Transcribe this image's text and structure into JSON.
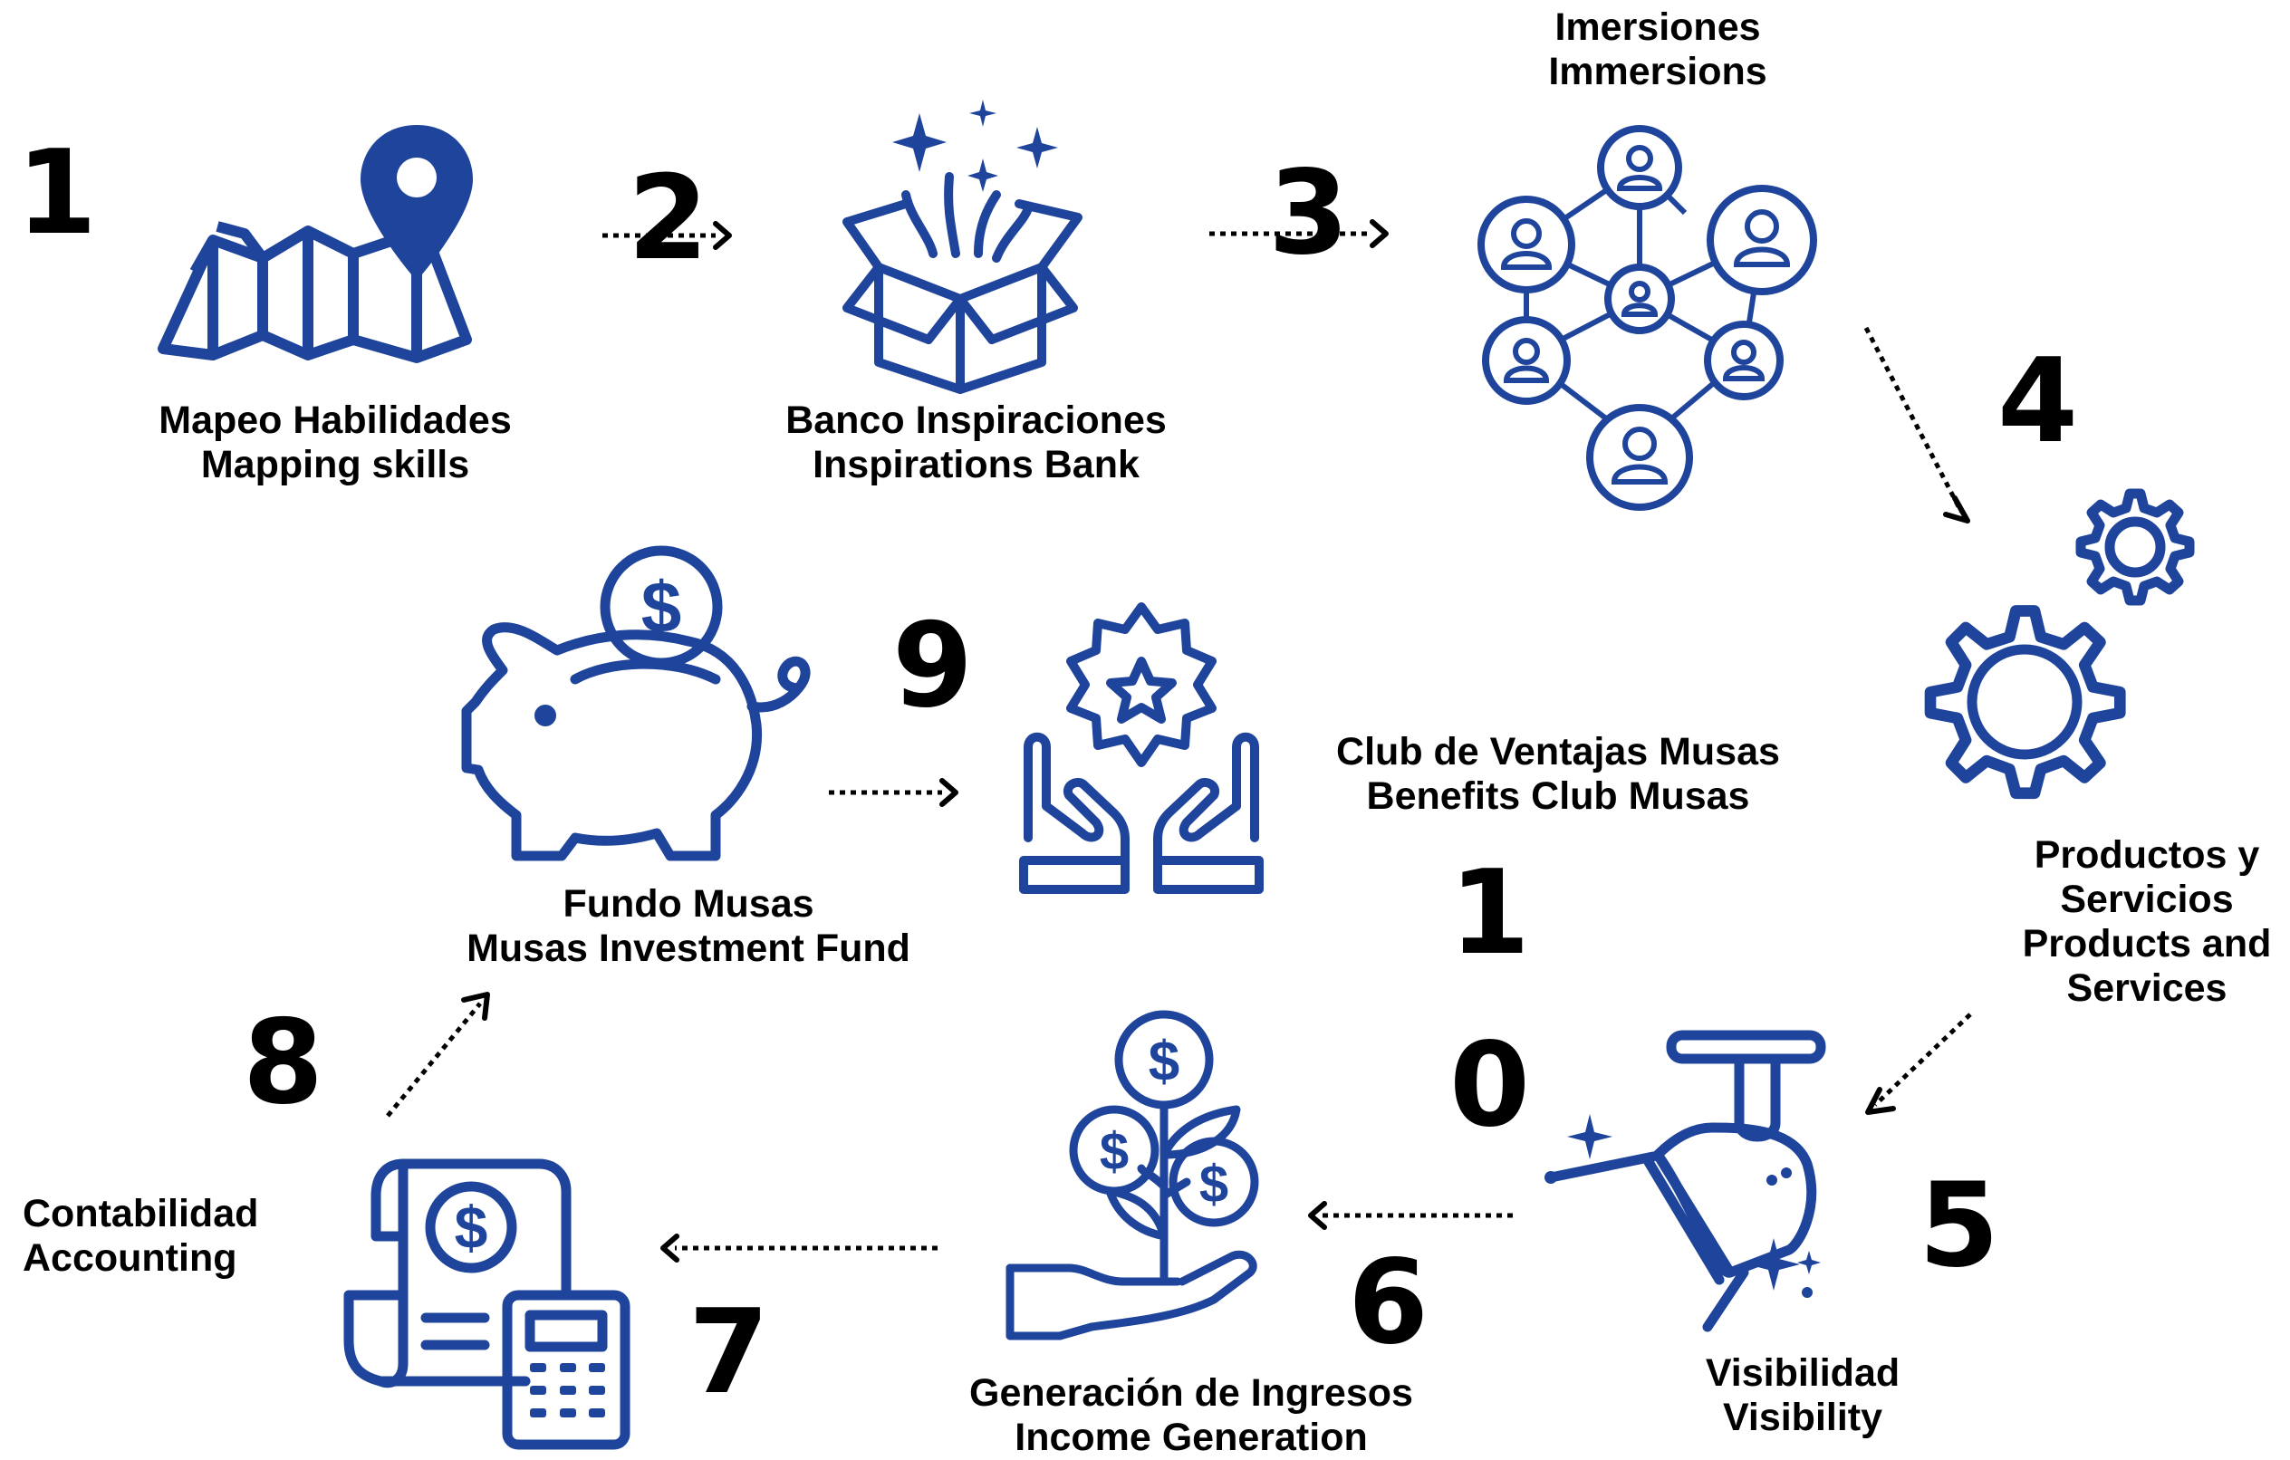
{
  "colors": {
    "icon": "#1f449c",
    "text": "#000000",
    "arrow": "#000000"
  },
  "steps": [
    {
      "number": "1",
      "line1": "Mapeo Habilidades",
      "line2": "Mapping skills",
      "icon": "map-pin-icon"
    },
    {
      "number": "2",
      "line1": "Banco Inspiraciones",
      "line2": "Inspirations Bank",
      "icon": "open-box-sparkles-icon"
    },
    {
      "number": "3",
      "line1": "Imersiones",
      "line2": "Immersions",
      "icon": "people-network-icon"
    },
    {
      "number": "4",
      "line1": "Productos y",
      "line2": "Servicios",
      "line3": "Products and",
      "line4": "Services",
      "icon": "gears-icon"
    },
    {
      "number": "5",
      "line1": "Visibilidad",
      "line2": "Visibility",
      "icon": "spotlight-hand-icon"
    },
    {
      "number": "6",
      "line1": "Generación de Ingresos",
      "line2": "Income Generation",
      "icon": "money-plant-hand-icon"
    },
    {
      "number": "7",
      "line1": "Contabilidad",
      "line2": "Accounting",
      "icon": "invoice-calculator-icon"
    },
    {
      "number": "8",
      "line1": "Fundo Musas",
      "line2": "Musas Investment Fund",
      "icon": "piggy-bank-icon"
    },
    {
      "number": "9",
      "line1": "Club de Ventajas Musas",
      "line2": "Benefits Club Musas",
      "icon": "hands-star-badge-icon"
    },
    {
      "number_top": "1",
      "number_bottom": "0"
    }
  ]
}
